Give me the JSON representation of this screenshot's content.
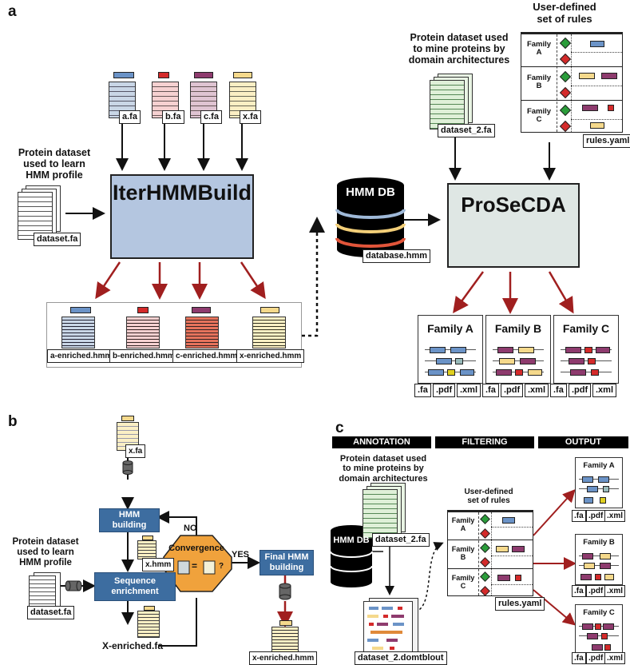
{
  "panel_a": {
    "letter": "a",
    "learn_dataset_label": "Protein dataset\nused to learn\nHMM profile",
    "learn_dataset_file": "dataset.fa",
    "input_files": [
      "a.fa",
      "b.fa",
      "c.fa",
      "x.fa"
    ],
    "iterhmmbuild_title": "IterHMMBuild",
    "enriched_files": [
      "a-enriched.hmm",
      "b-enriched.hmm",
      "c-enriched.hmm",
      "x-enriched.hmm"
    ],
    "hmm_db_title": "HMM DB",
    "hmm_db_file": "database.hmm",
    "mine_dataset_label": "Protein dataset used\nto mine proteins by\ndomain architectures",
    "mine_dataset_file": "dataset_2.fa",
    "rules_label": "User-defined\nset of rules",
    "rules_families": [
      "Family\nA",
      "Family\nB",
      "Family\nC"
    ],
    "rules_file": "rules.yaml",
    "prosecda_title": "ProSeCDA",
    "output_families": [
      "Family A",
      "Family B",
      "Family C"
    ],
    "output_exts": [
      ".fa",
      ".pdf",
      ".xml"
    ]
  },
  "panel_b": {
    "letter": "b",
    "input_file": "x.fa",
    "hmm_building": "HMM\nbuilding",
    "hmm_file": "x.hmm",
    "learn_dataset_label": "Protein dataset\nused to learn\nHMM profile",
    "learn_dataset_file": "dataset.fa",
    "sequence_enrichment": "Sequence\nenrichment",
    "enriched_fa": "X-enriched.fa",
    "convergence": "Convergence",
    "eq_sign": "=",
    "q_sign": "?",
    "no_label": "NO",
    "yes_label": "YES",
    "final_hmm": "Final HMM\nbuilding",
    "final_file": "x-enriched.hmm"
  },
  "panel_c": {
    "letter": "c",
    "headers": [
      "ANNOTATION",
      "FILTERING",
      "OUTPUT"
    ],
    "mine_dataset_label": "Protein dataset used\nto mine proteins by\ndomain architectures",
    "mine_dataset_file": "dataset_2.fa",
    "hmm_db_title": "HMM DB",
    "domtblout_file": "dataset_2.domtblout",
    "rules_label": "User-defined\nset of rules",
    "rules_families": [
      "Family\nA",
      "Family\nB",
      "Family\nC"
    ],
    "rules_file": "rules.yaml",
    "output_families": [
      "Family A",
      "Family B",
      "Family C"
    ],
    "output_exts": [
      ".fa",
      ".pdf",
      ".xml"
    ]
  },
  "colors": {
    "blue_domain": "#6b93c7",
    "red_domain": "#d42a2a",
    "purple_domain": "#8e3b6e",
    "yellow_domain": "#f5d98c",
    "iterhmm_fill": "#b4c6e0",
    "prosecda_fill": "#dfe7e4",
    "arrow_red": "#a01f1f",
    "step_blue": "#3d6da0",
    "convergence_orange": "#f0a23c"
  }
}
